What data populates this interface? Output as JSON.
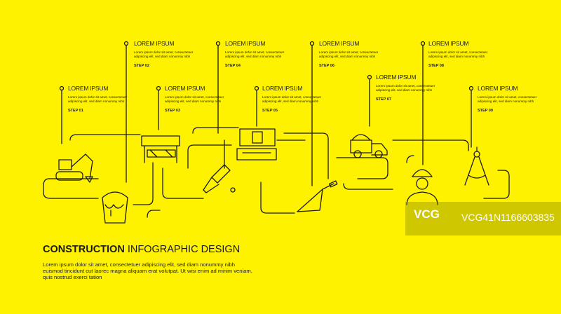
{
  "steps": [
    {
      "title": "LOREM IPSUM",
      "body": "Lorem ipsum dolor sit amet, consectetuer adipiscing elit, sed diam nonummy nibh",
      "label": "STEP 01",
      "icon": "excavator-icon"
    },
    {
      "title": "LOREM IPSUM",
      "body": "Lorem ipsum dolor sit amet, consectetuer adipiscing elit, sed diam nonummy nibh",
      "label": "STEP 02",
      "icon": "paint-bucket-icon"
    },
    {
      "title": "LOREM IPSUM",
      "body": "Lorem ipsum dolor sit amet, consectetuer adipiscing elit, sed diam nonummy nibh",
      "label": "STEP 03",
      "icon": "road-barrier-icon"
    },
    {
      "title": "LOREM IPSUM",
      "body": "Lorem ipsum dolor sit amet, consectetuer adipiscing elit, sed diam nonummy nibh",
      "label": "STEP 04",
      "icon": "paint-brush-icon"
    },
    {
      "title": "LOREM IPSUM",
      "body": "Lorem ipsum dolor sit amet, consectetuer adipiscing elit, sed diam nonummy nibh",
      "label": "STEP 05",
      "icon": "bathroom-sink-icon"
    },
    {
      "title": "LOREM IPSUM",
      "body": "Lorem ipsum dolor sit amet, consectetuer adipiscing elit, sed diam nonummy nibh",
      "label": "STEP 06",
      "icon": "trowel-icon"
    },
    {
      "title": "LOREM IPSUM",
      "body": "Lorem ipsum dolor sit amet, consectetuer adipiscing elit, sed diam nonummy nibh",
      "label": "STEP 07",
      "icon": "dump-truck-icon"
    },
    {
      "title": "LOREM IPSUM",
      "body": "Lorem ipsum dolor sit amet, consectetuer adipiscing elit, sed diam nonummy nibh",
      "label": "STEP 08",
      "icon": "worker-icon"
    },
    {
      "title": "LOREM IPSUM",
      "body": "Lorem ipsum dolor sit amet, consectetuer adipiscing elit, sed diam nonummy nibh",
      "label": "STEP 09",
      "icon": "compass-icon"
    }
  ],
  "heading": {
    "bold": "CONSTRUCTION",
    "light": "INFOGRAPHIC DESIGN"
  },
  "description": "Lorem ipsum dolor sit amet, consectetuer adipiscing elit, sed diam nonummy nibh euismod tincidunt cut laorec magna aliquam erat volutpat. Ut wisi enim ad minim veniam, quis nostrud exerci tation",
  "watermark": {
    "logo": "VCG",
    "code": "VCG41N1166603835"
  },
  "colors": {
    "background": "#fef200",
    "ink": "#1a1a1a"
  }
}
